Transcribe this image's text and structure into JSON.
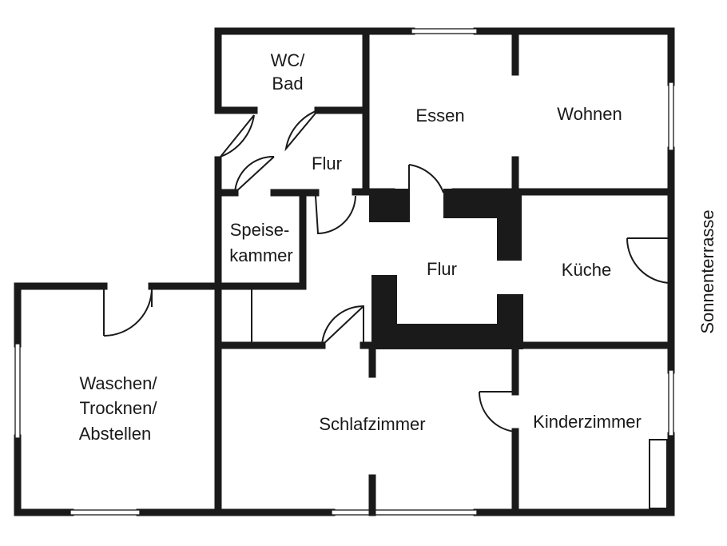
{
  "rooms": {
    "wc_bad": [
      "WC/",
      "Bad"
    ],
    "flur_upper": "Flur",
    "essen": "Essen",
    "wohnen": "Wohnen",
    "speisekammer": [
      "Speise-",
      "kammer"
    ],
    "flur_center": "Flur",
    "kueche": "Küche",
    "waschen": [
      "Waschen/",
      "Trocknen/",
      "Abstellen"
    ],
    "schlafzimmer": "Schlafzimmer",
    "kinderzimmer": "Kinderzimmer"
  },
  "outside": {
    "sonnenterrasse": "Sonnenterrasse"
  }
}
